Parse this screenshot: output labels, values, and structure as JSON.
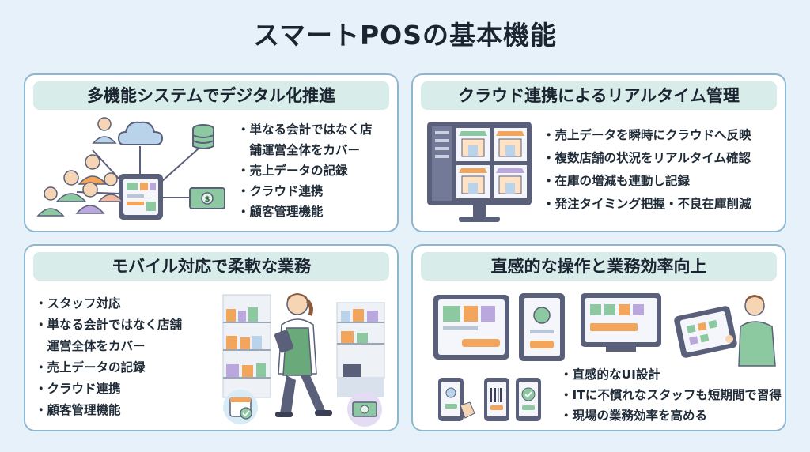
{
  "title": "スマートPOSの基本機能",
  "panels": [
    {
      "title": "多機能システムでデジタル化推進",
      "bullets": [
        "単なる会計ではなく店",
        "舗運営全体をカバー",
        "売上データの記録",
        "クラウド連携",
        "顧客管理機能"
      ]
    },
    {
      "title": "クラウド連携によるリアルタイム管理",
      "bullets": [
        "売上データを瞬時にクラウドへ反映",
        "複数店舗の状況をリアルタイム確認",
        "在庫の増減も連動し記録",
        "発注タイミング把握・不良在庫削減"
      ]
    },
    {
      "title": "モバイル対応で柔軟な業務",
      "bullets": [
        "スタッフ対応",
        "単なる会計ではなく店舗",
        "運営全体をカバー",
        "売上データの記録",
        "クラウド連携",
        "顧客管理機能"
      ]
    },
    {
      "title": "直感的な操作と業務効率向上",
      "bullets": [
        "直感的なUI設計",
        "ITに不慣れなスタッフも短期間で習得",
        "現場の業務効率を高める"
      ]
    }
  ],
  "colors": {
    "background": "#e6f1f9",
    "panel_border": "#8fb6cf",
    "panel_title_bg": "#d8ece9",
    "accent_orange": "#f3a55b",
    "accent_green": "#8cc9a0",
    "accent_purple": "#b9a7dd",
    "device_dark": "#5a5f7a"
  }
}
